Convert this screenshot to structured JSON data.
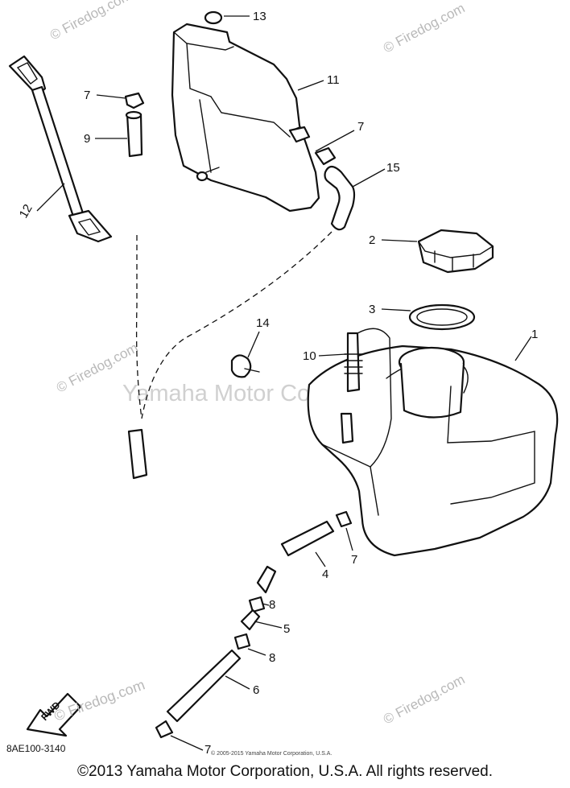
{
  "diagram": {
    "watermarks": {
      "firedog_small": "© Firedog.com",
      "firedog_link": "© Firedog.com",
      "center": "Yamaha Motor Corp., U.S.A."
    },
    "part_code": "8AE100-3140",
    "small_copyright": "© 2005-2015 Yamaha Motor Corporation, U.S.A.",
    "fwd_label": "FWD",
    "callouts": {
      "c1": "1",
      "c2": "2",
      "c3": "3",
      "c4": "4",
      "c5": "5",
      "c6": "6",
      "c7a": "7",
      "c7b": "7",
      "c7c": "7",
      "c7d": "7",
      "c8a": "8",
      "c8b": "8",
      "c9": "9",
      "c10": "10",
      "c11": "11",
      "c12": "12",
      "c13": "13",
      "c14": "14",
      "c15": "15"
    }
  },
  "footer": {
    "copyright": "©2013 Yamaha Motor Corporation, U.S.A. All rights reserved."
  }
}
